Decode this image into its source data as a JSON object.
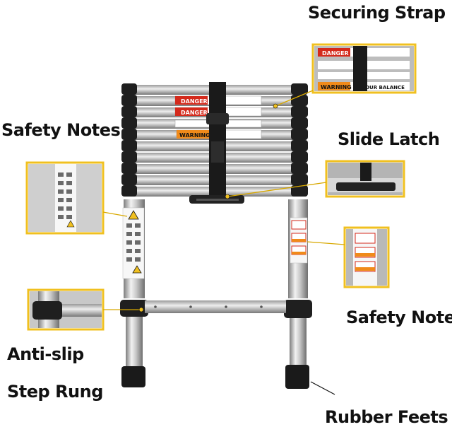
{
  "labels": {
    "securing_strap": "Securing Strap",
    "safety_notes_left": "Safety Notes",
    "slide_latch": "Slide Latch",
    "safety_notes_right": "Safety Notes",
    "anti_slip": "Anti-slip",
    "step_rung": "Step Rung",
    "rubber_feets": "Rubber Feets"
  },
  "stickers": {
    "danger": "DANGER",
    "warning": "WARNING",
    "balance": "SE YOUR BALANCE"
  },
  "colors": {
    "callout": "#f0c020",
    "steel_light": "#e6e6e6",
    "steel_dark": "#8a8a8a",
    "plastic": "#1f1f1f",
    "danger_red": "#d42a1c",
    "warning_orange": "#f08a1a"
  }
}
